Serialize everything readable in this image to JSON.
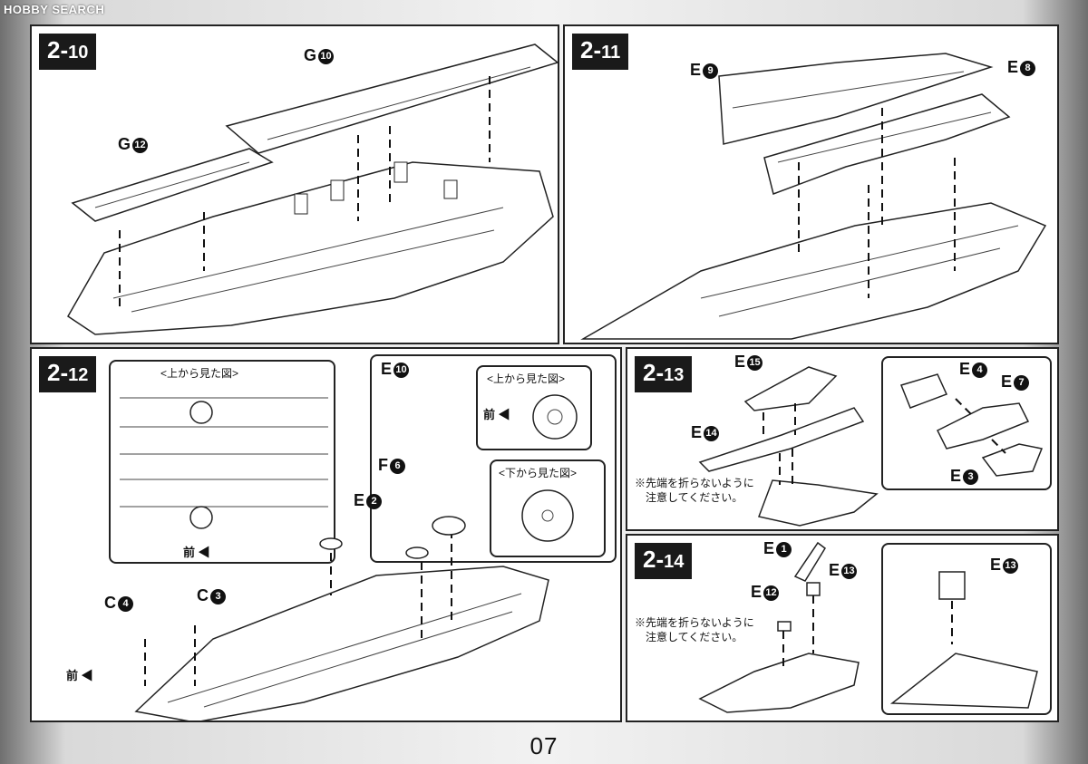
{
  "watermark": "HOBBY SEARCH",
  "page_number": "07",
  "steps": {
    "s210": {
      "major": "2-",
      "minor": "10",
      "parts": [
        {
          "letter": "G",
          "num": "10"
        },
        {
          "letter": "G",
          "num": "12"
        }
      ]
    },
    "s211": {
      "major": "2-",
      "minor": "11",
      "parts": [
        {
          "letter": "E",
          "num": "9"
        },
        {
          "letter": "E",
          "num": "8"
        }
      ]
    },
    "s212": {
      "major": "2-",
      "minor": "12",
      "top_view": "<上から見た図>",
      "bottom_view": "<下から見た図>",
      "front": "前",
      "parts": [
        {
          "letter": "E",
          "num": "10"
        },
        {
          "letter": "F",
          "num": "6"
        },
        {
          "letter": "E",
          "num": "2"
        },
        {
          "letter": "C",
          "num": "4"
        },
        {
          "letter": "C",
          "num": "3"
        }
      ]
    },
    "s213": {
      "major": "2-",
      "minor": "13",
      "note_line1": "※先端を折らないように",
      "note_line2": "注意してください。",
      "parts": [
        {
          "letter": "E",
          "num": "15"
        },
        {
          "letter": "E",
          "num": "14"
        },
        {
          "letter": "E",
          "num": "4"
        },
        {
          "letter": "E",
          "num": "7"
        },
        {
          "letter": "E",
          "num": "3"
        }
      ]
    },
    "s214": {
      "major": "2-",
      "minor": "14",
      "note_line1": "※先端を折らないように",
      "note_line2": "注意してください。",
      "parts": [
        {
          "letter": "E",
          "num": "1"
        },
        {
          "letter": "E",
          "num": "13"
        },
        {
          "letter": "E",
          "num": "12"
        },
        {
          "letter": "E",
          "num": "13"
        }
      ]
    }
  }
}
